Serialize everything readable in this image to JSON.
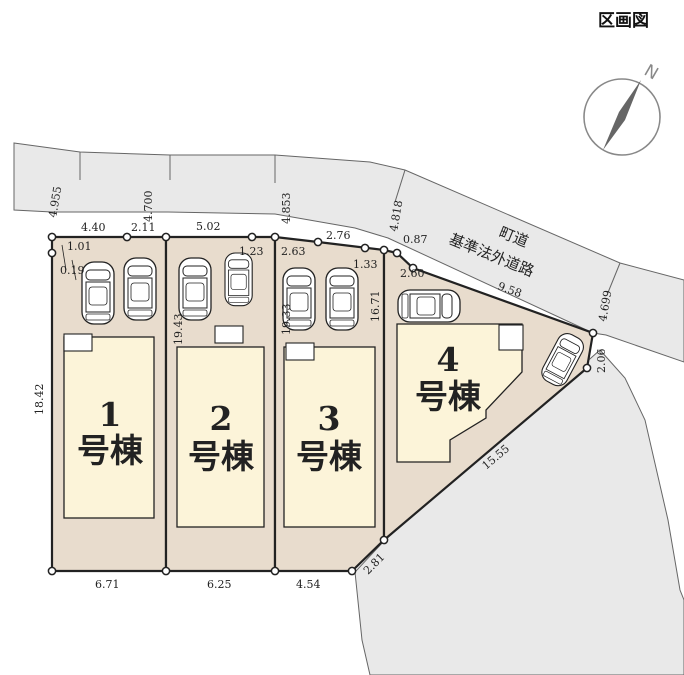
{
  "title": "区画図",
  "north": "N",
  "road": {
    "line1": "町道",
    "line2": "基準法外道路"
  },
  "houses": [
    {
      "num": "1",
      "label": "号棟"
    },
    {
      "num": "2",
      "label": "号棟"
    },
    {
      "num": "3",
      "label": "号棟"
    },
    {
      "num": "4",
      "label": "号棟"
    }
  ],
  "dims": {
    "d4955": "4.955",
    "d440": "4.40",
    "d211": "2.11",
    "d4700": "4.700",
    "d502": "5.02",
    "d4853": "4.853",
    "d276": "2.76",
    "d4818": "4.818",
    "d087": "0.87",
    "d101": "1.01",
    "d019": "0.19",
    "d123": "1.23",
    "d263": "2.63",
    "d133": "1.33",
    "d260": "2.60",
    "d958": "9.58",
    "d4699": "4.699",
    "d1842": "18.42",
    "d1943": "19.43",
    "d1933": "19.33",
    "d1671": "16.71",
    "d206": "2.06",
    "d1555": "15.55",
    "d281": "2.81",
    "d671": "6.71",
    "d625": "6.25",
    "d454": "4.54"
  },
  "colors": {
    "lot": "#e8dccd",
    "building": "#fcf4d9",
    "road": "#e9e9e9",
    "boundary": "#222222"
  }
}
